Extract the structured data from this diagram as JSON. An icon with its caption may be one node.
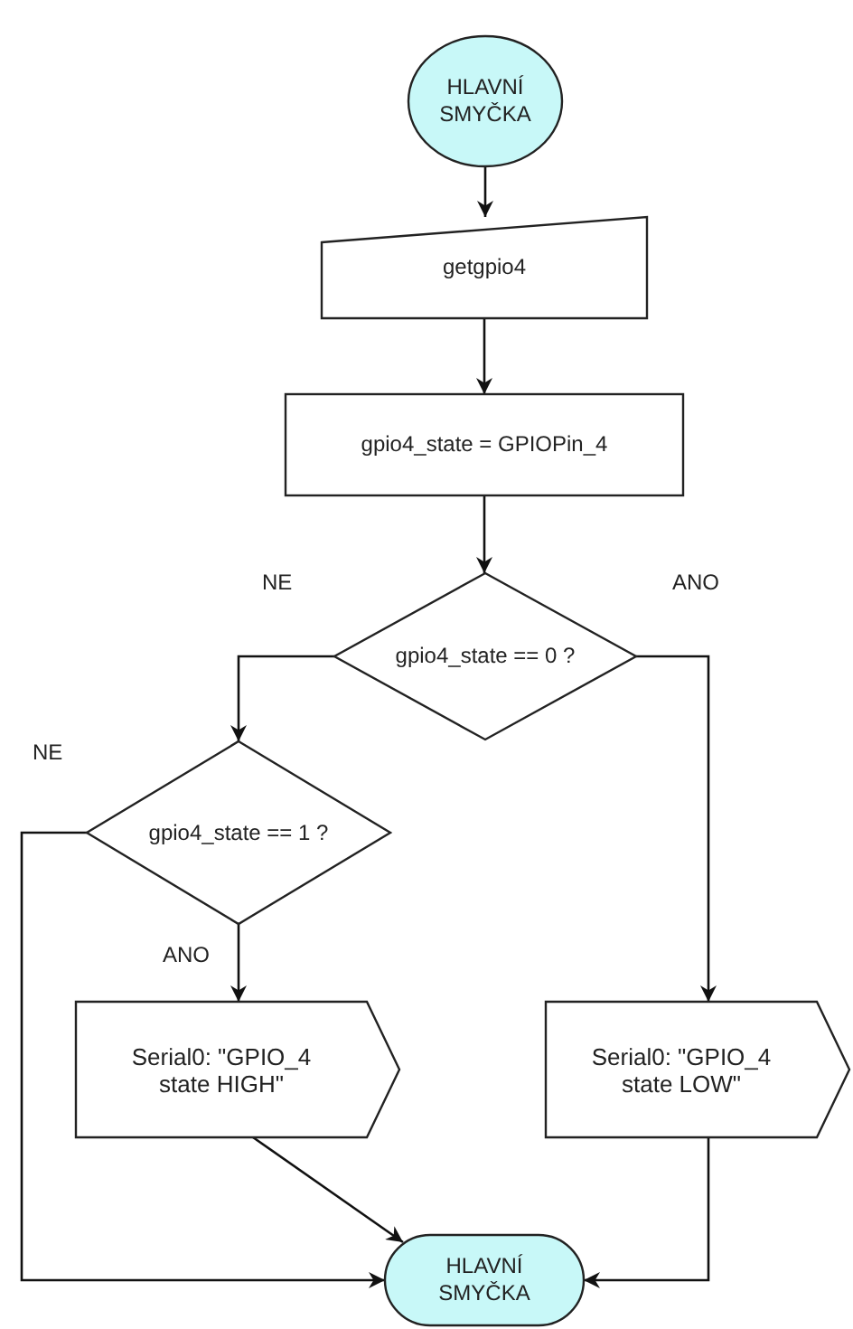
{
  "diagram": {
    "nodes": [
      {
        "text": [
          "HLAVNÍ SMYČKA"
        ]
      },
      {
        "text": [
          "getgpio4"
        ]
      },
      {
        "text": [
          "gpio4_state = GPIOPin_4"
        ]
      },
      {
        "text": [
          "gpio4_state == 0 ?"
        ]
      },
      {
        "text": [
          "gpio4_state == 1 ?"
        ]
      },
      {
        "text": [
          "Serial0: \"GPIO_4 state HIGH\""
        ]
      },
      {
        "text": [
          "Serial0: \"GPIO_4 state LOW\""
        ]
      },
      {
        "text": [
          "HLAVNÍ SMYČKA"
        ]
      }
    ],
    "edges": [
      {
        "from": 0,
        "to": 1,
        "arrow": "to"
      },
      {
        "from": 1,
        "to": 2,
        "arrow": "to"
      },
      {
        "from": 2,
        "to": 3,
        "arrow": "to"
      },
      {
        "from": 3,
        "to": 4,
        "arrow": "to",
        "label": "NE"
      },
      {
        "from": 3,
        "to": 6,
        "arrow": "to",
        "label": "ANO"
      },
      {
        "from": 4,
        "to": 5,
        "arrow": "to",
        "label": "ANO"
      },
      {
        "from": 4,
        "to": 7,
        "arrow": "to",
        "label": "NE"
      },
      {
        "from": 5,
        "to": 7,
        "arrow": "to"
      },
      {
        "from": 6,
        "to": 7,
        "arrow": "to"
      }
    ]
  }
}
